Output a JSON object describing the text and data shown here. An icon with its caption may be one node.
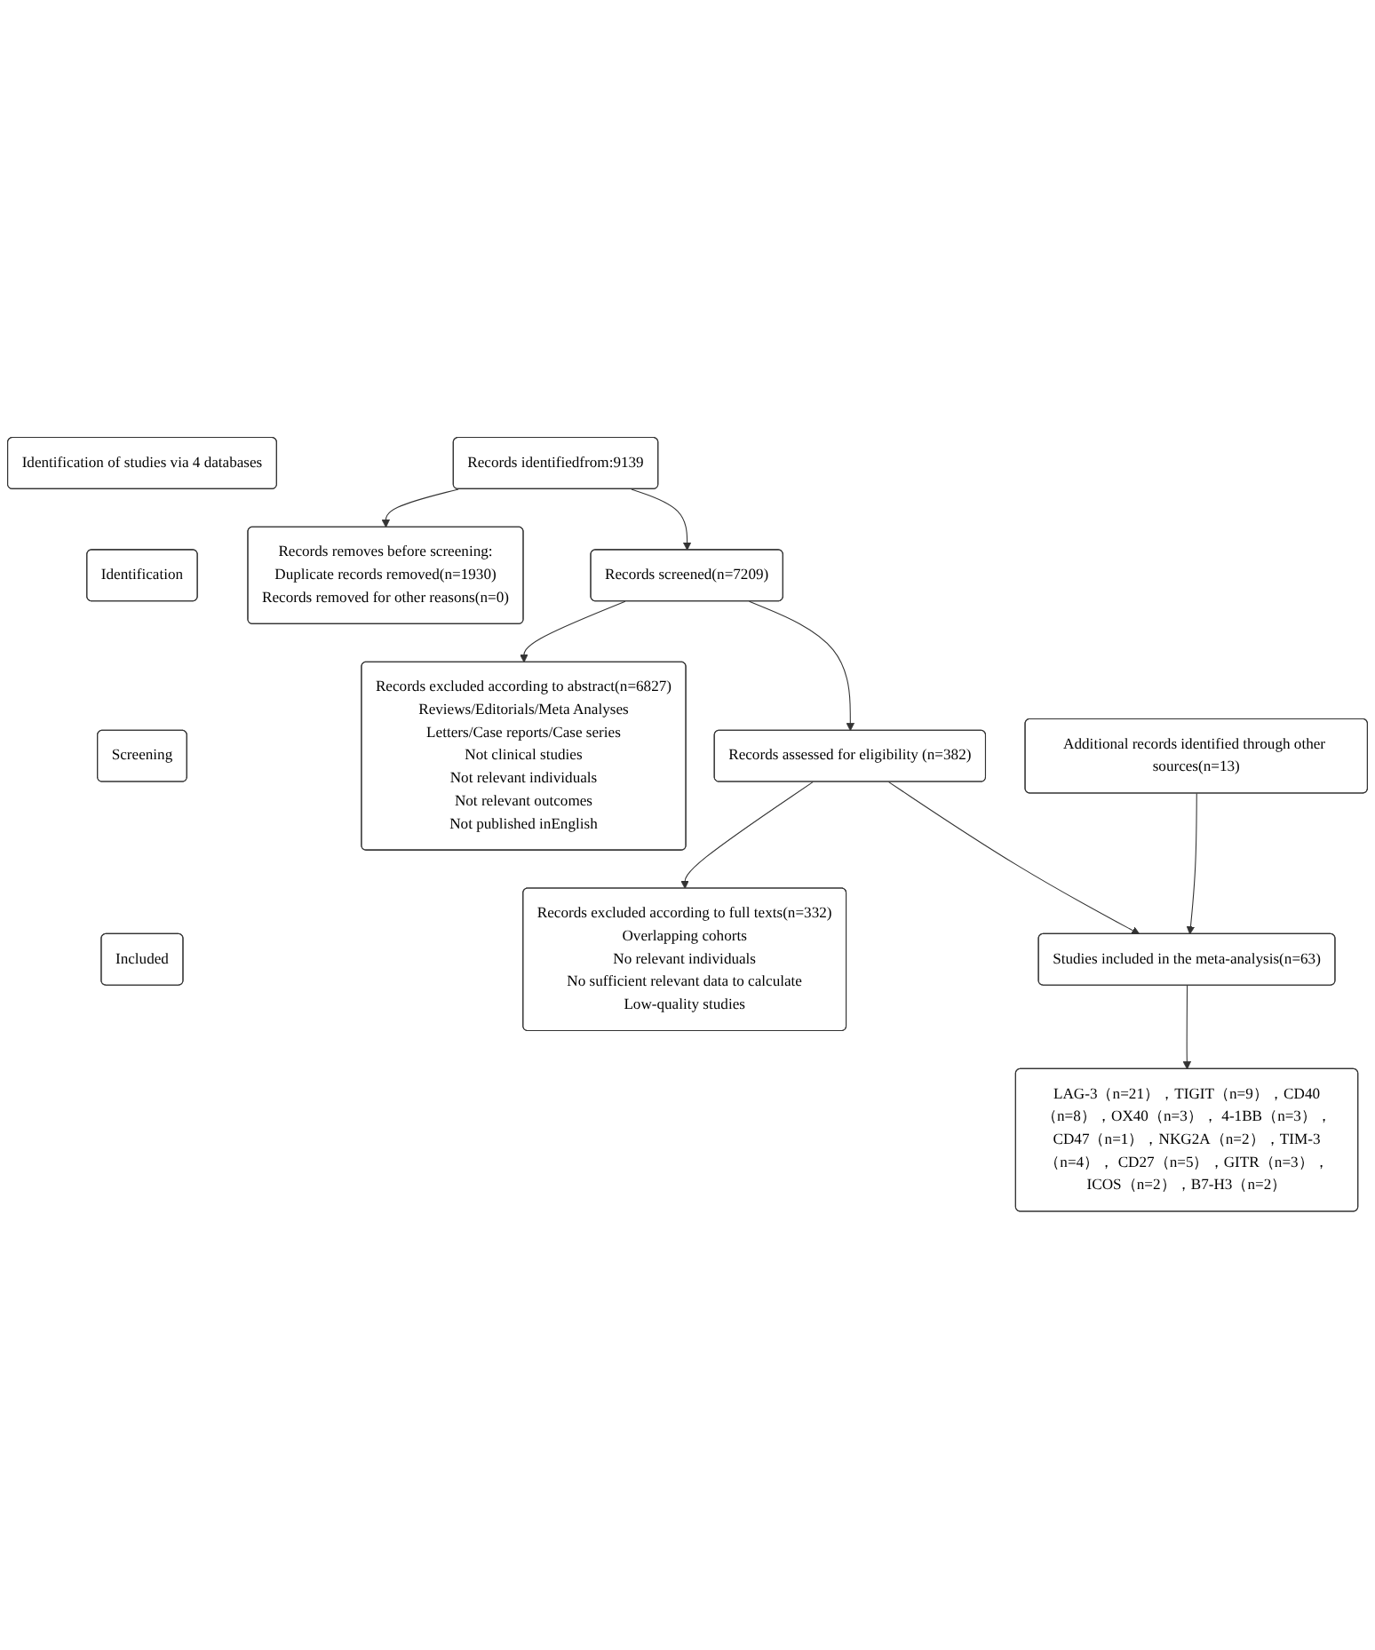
{
  "diagram": {
    "nodes": [
      {
        "text": [
          "Identification of studies via 4 databases"
        ]
      },
      {
        "text": [
          "Identification"
        ]
      },
      {
        "text": [
          "Records identifiedfrom:9139"
        ]
      },
      {
        "text": [
          "Records removes before screening:",
          "Duplicate records removed(n=1930)",
          "Records removed for other reasons(n=0)"
        ]
      },
      {
        "text": [
          "Screening"
        ]
      },
      {
        "text": [
          "Records screened(n=7209)"
        ]
      },
      {
        "text": [
          "Records excluded according to abstract(n=6827)",
          "Reviews/Editorials/Meta Analyses",
          "Letters/Case reports/Case series",
          "Not clinical studies",
          "Not relevant individuals",
          "Not relevant outcomes",
          "Not published inEnglish"
        ]
      },
      {
        "text": [
          "Records assessed for eligibility (n=382)"
        ]
      },
      {
        "text": [
          "Records excluded according to full texts(n=332)",
          "Overlapping cohorts",
          "No relevant individuals",
          "No sufficient relevant data to calculate",
          "Low-quality studies"
        ]
      },
      {
        "text": [
          "Included"
        ]
      },
      {
        "text": [
          "Studies included in the meta-analysis(n=63)"
        ]
      },
      {
        "text": [
          "Additional records identified through other sources(n=13)"
        ]
      },
      {
        "text": [
          "LAG-3（n=21），TIGIT（n=9），CD40（n=8），OX40（n=3）， 4-1BB（n=3），CD47（n=1），NKG2A（n=2），TIM-3（n=4）， CD27（n=5），GITR（n=3），ICOS（n=2），B7-H3（n=2）"
        ]
      }
    ],
    "edges": [
      {
        "from": 2,
        "to": 3,
        "arrow": "to"
      },
      {
        "from": 2,
        "to": 5,
        "arrow": "to"
      },
      {
        "from": 5,
        "to": 6,
        "arrow": "to"
      },
      {
        "from": 5,
        "to": 7,
        "arrow": "to"
      },
      {
        "from": 7,
        "to": 8,
        "arrow": "to"
      },
      {
        "from": 7,
        "to": 10,
        "arrow": "to"
      },
      {
        "from": 11,
        "to": 10,
        "arrow": "to"
      },
      {
        "from": 10,
        "to": 12,
        "arrow": "to"
      }
    ]
  }
}
